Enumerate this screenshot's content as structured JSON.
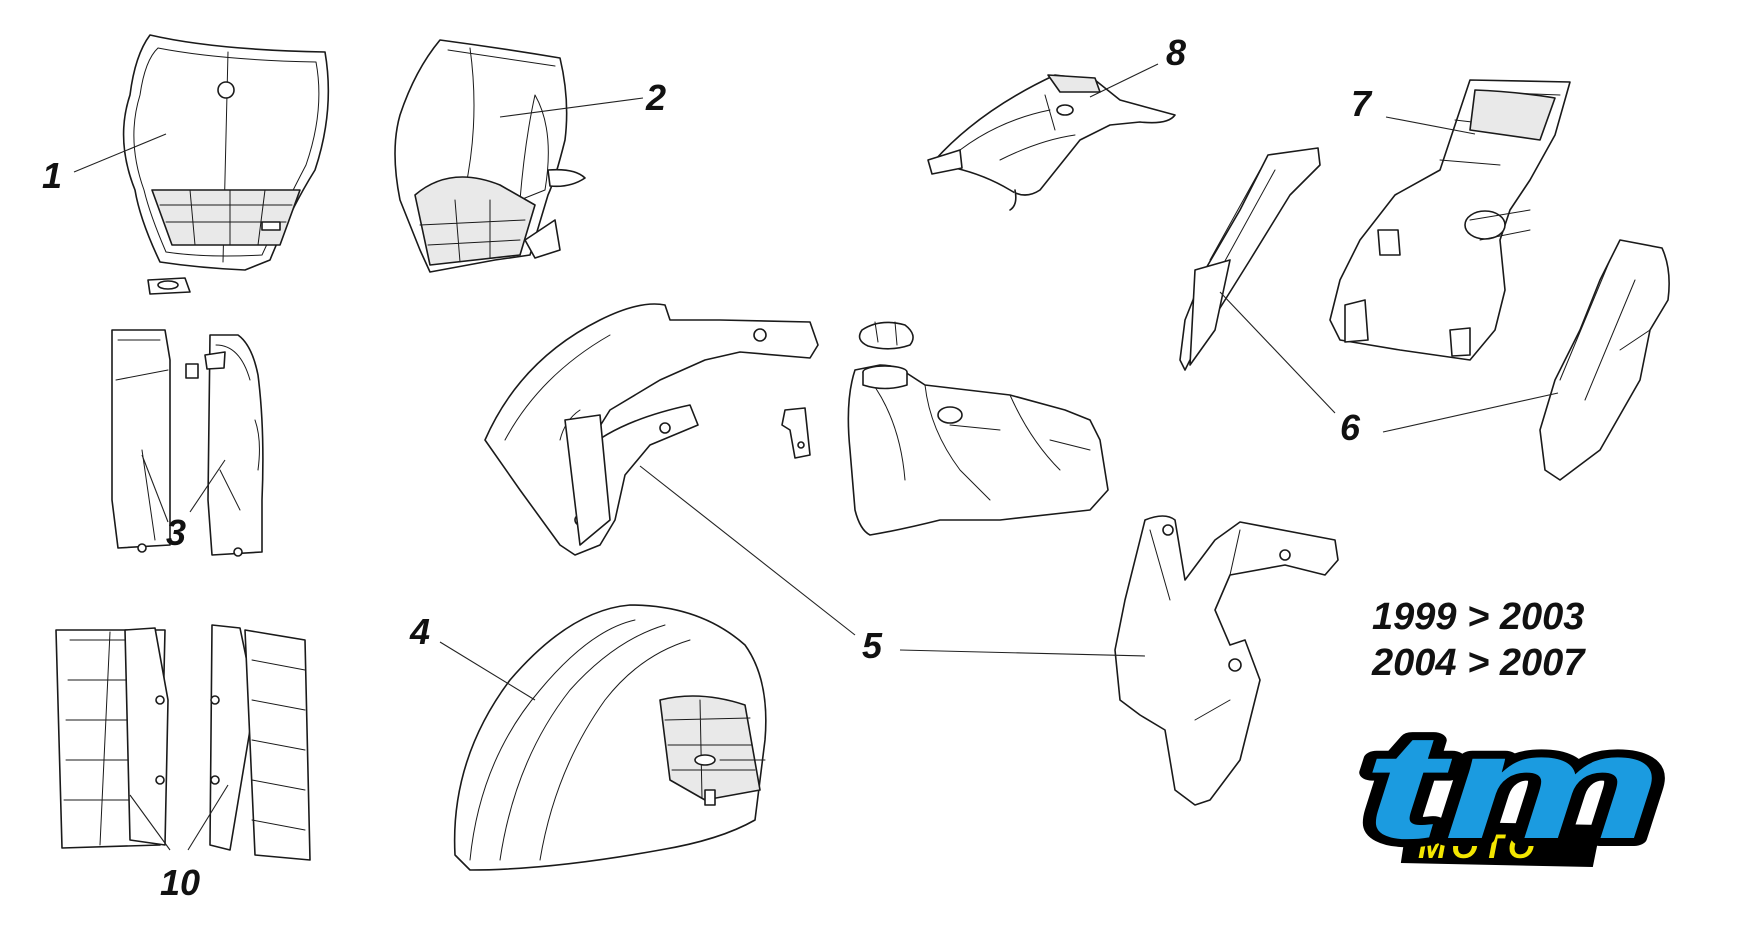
{
  "callouts": [
    {
      "id": "1",
      "label": "1"
    },
    {
      "id": "2",
      "label": "2"
    },
    {
      "id": "3",
      "label": "3"
    },
    {
      "id": "4",
      "label": "4"
    },
    {
      "id": "5",
      "label": "5"
    },
    {
      "id": "6",
      "label": "6"
    },
    {
      "id": "7",
      "label": "7"
    },
    {
      "id": "8",
      "label": "8"
    },
    {
      "id": "10",
      "label": "10"
    }
  ],
  "year_ranges": [
    "1999 > 2003",
    "2004 > 2007"
  ],
  "logo": {
    "text_main": "tm",
    "text_sub": "MOTO",
    "primary_color": "#1b9be0",
    "secondary_color": "#f3e600",
    "outline_color": "#000000"
  }
}
